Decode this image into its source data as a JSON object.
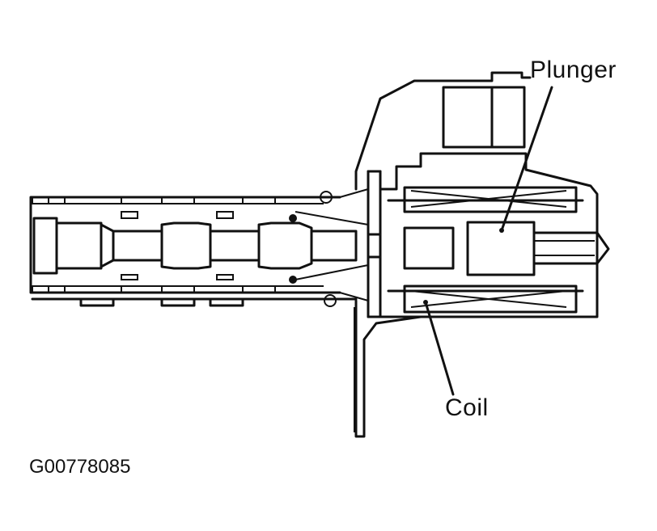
{
  "labels": {
    "plunger": "Plunger",
    "coil": "Coil",
    "figure_id": "G00778085"
  },
  "colors": {
    "ink": "#111111",
    "background": "#ffffff"
  }
}
